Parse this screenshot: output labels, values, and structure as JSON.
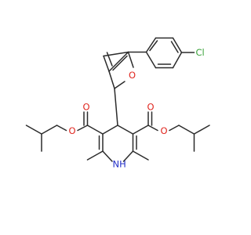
{
  "molecule": {
    "atoms": [
      {
        "id": "cl",
        "symbol": "Cl",
        "color": "#3aa23a"
      },
      {
        "id": "o_furan",
        "symbol": "O",
        "color": "#e0261f"
      },
      {
        "id": "o_ester_left",
        "symbol": "O",
        "color": "#e0261f"
      },
      {
        "id": "o_carbonyl_left",
        "symbol": "O",
        "color": "#e0261f"
      },
      {
        "id": "o_carbonyl_right",
        "symbol": "O",
        "color": "#e0261f"
      },
      {
        "id": "o_ester_right",
        "symbol": "O",
        "color": "#e0261f"
      },
      {
        "id": "nh",
        "symbol": "NH",
        "color": "#2430c9"
      }
    ],
    "bond_color": "#2b2b2b"
  }
}
